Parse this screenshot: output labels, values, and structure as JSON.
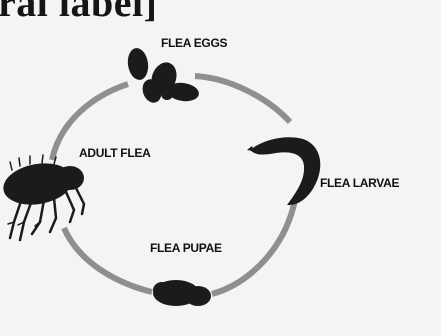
{
  "header": {
    "partial_text": "ral label]"
  },
  "stages": {
    "eggs": "FLEA EGGS",
    "larvae": "FLEA LARVAE",
    "pupae": "FLEA PUPAE",
    "adult": "ADULT FLEA"
  },
  "colors": {
    "background": "#f4f4f4",
    "cycle_arrow": "#8f8f8f",
    "organism": "#1b1b1b",
    "text": "#111111"
  },
  "icons": {
    "eggs": "flea-eggs-icon",
    "larva": "flea-larva-icon",
    "pupa": "flea-pupa-icon",
    "adult": "adult-flea-icon"
  }
}
